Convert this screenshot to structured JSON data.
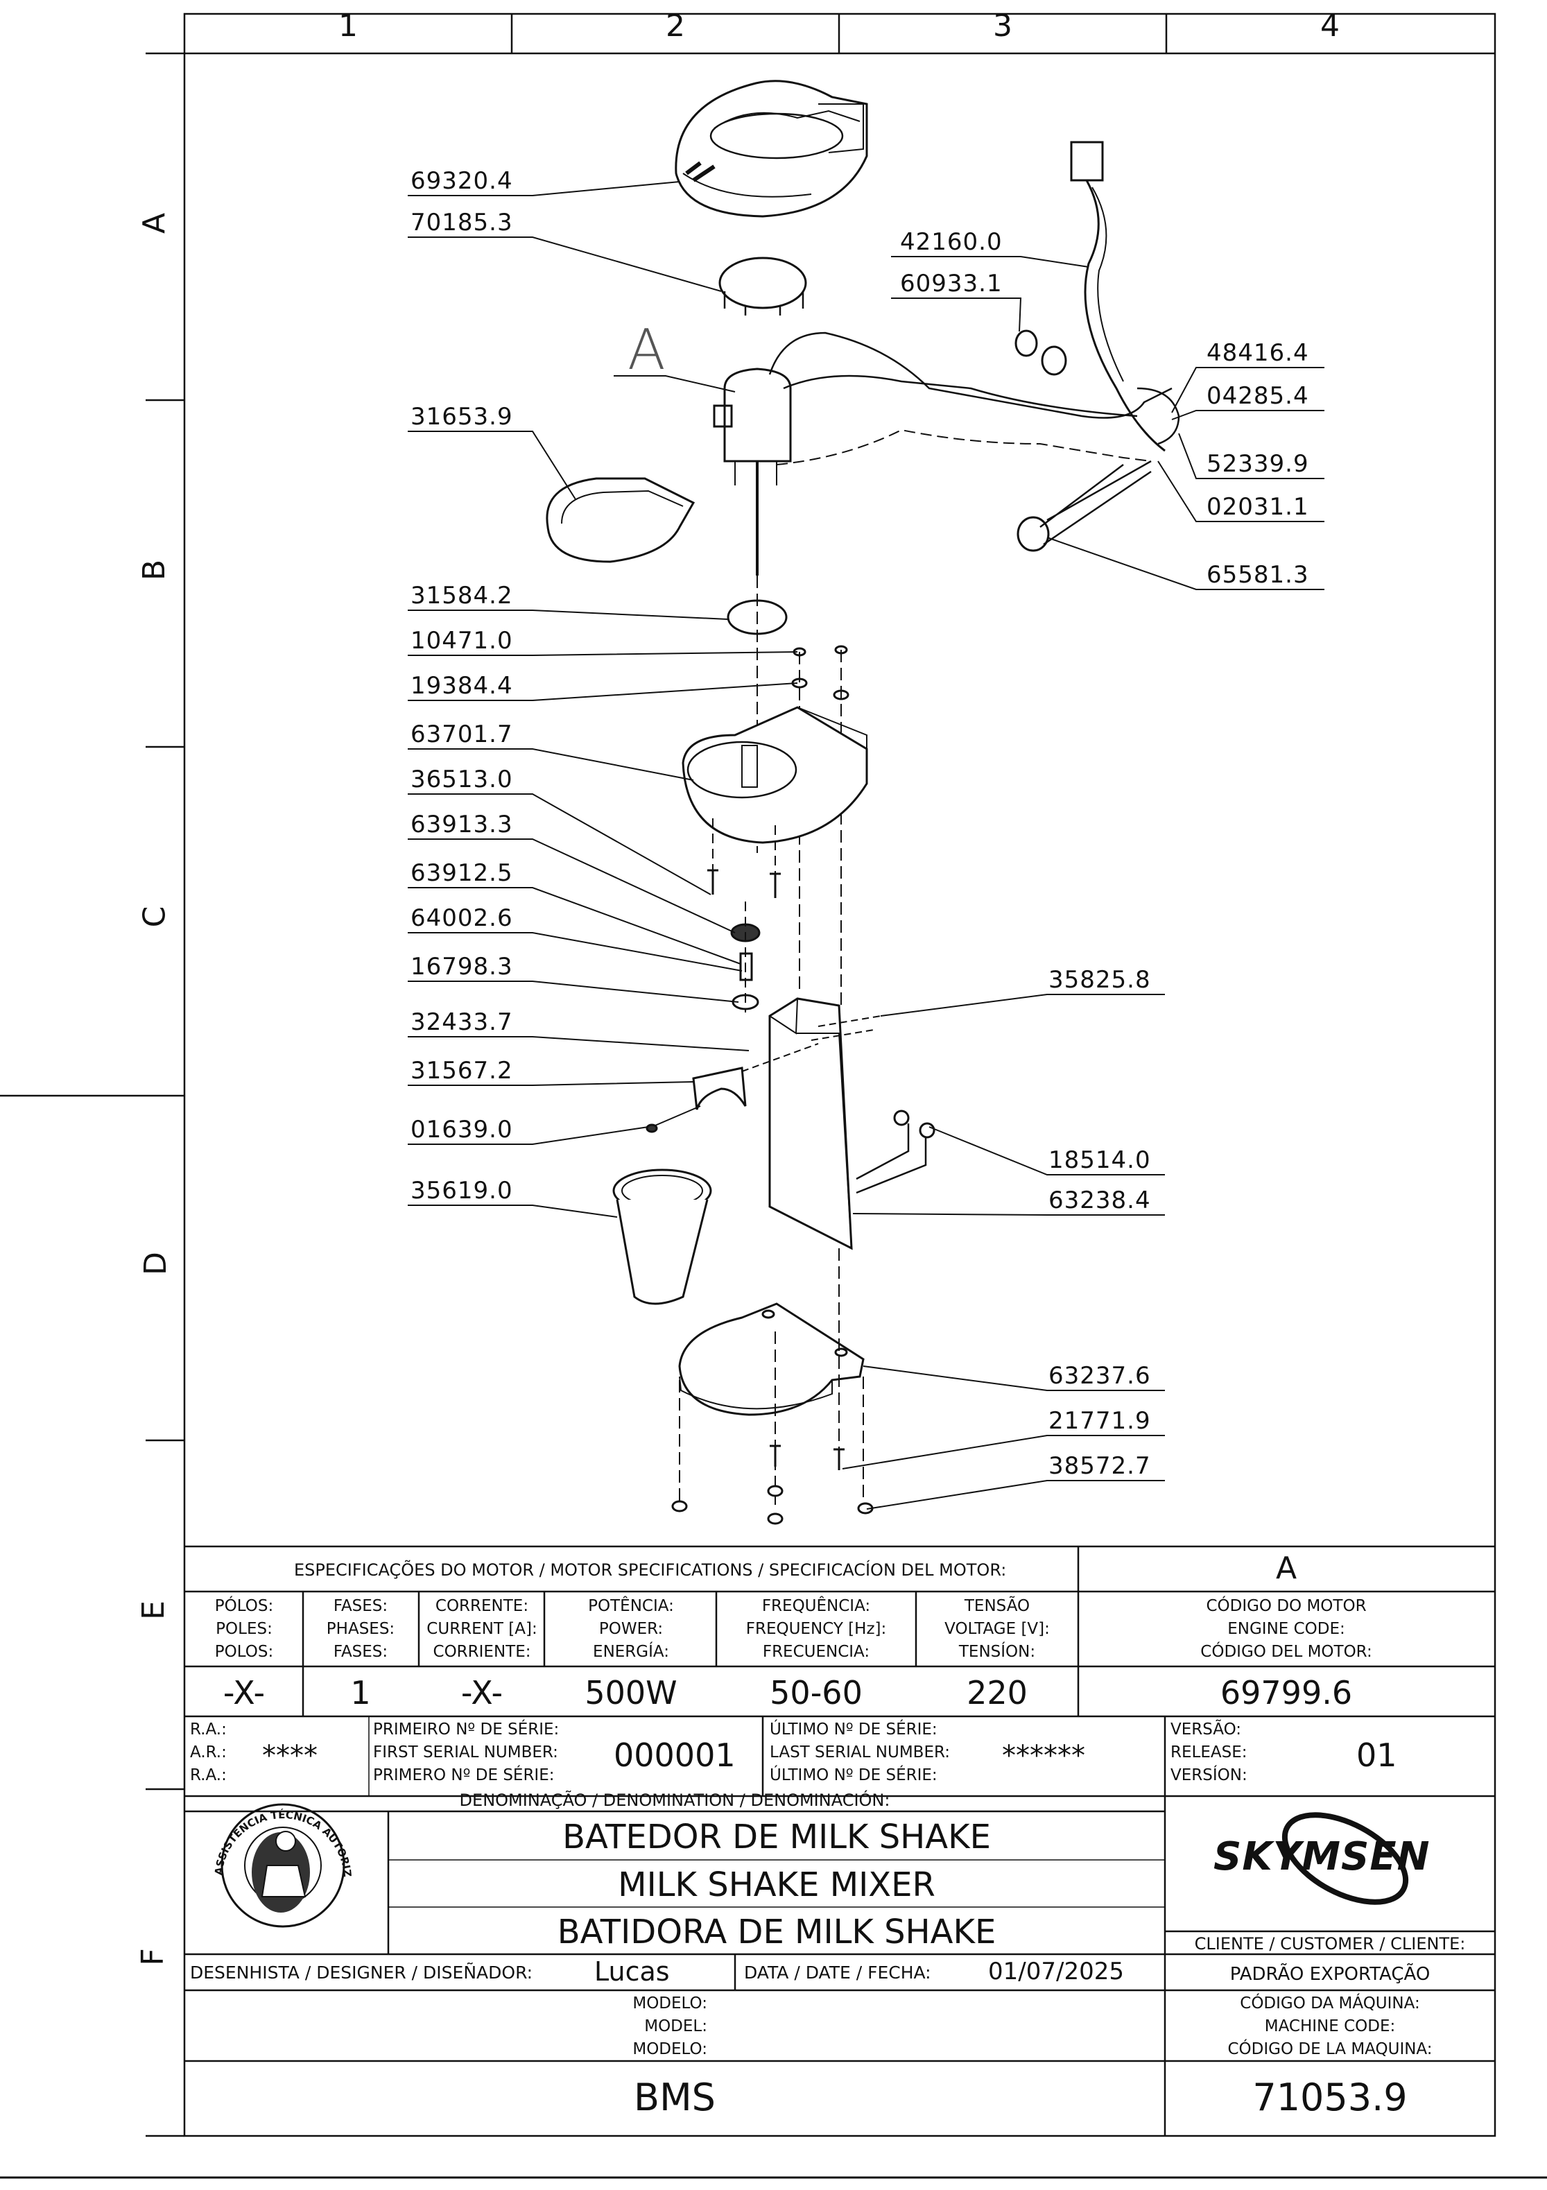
{
  "zones": {
    "columns": [
      "1",
      "2",
      "3",
      "4"
    ],
    "rows": [
      "A",
      "B",
      "C",
      "D",
      "E",
      "F"
    ]
  },
  "callouts": {
    "view_letter": "A",
    "parts_left": [
      "69320.4",
      "70185.3",
      "31653.9",
      "31584.2",
      "10471.0",
      "19384.4",
      "63701.7",
      "36513.0",
      "63913.3",
      "63912.5",
      "64002.6",
      "16798.3",
      "32433.7",
      "31567.2",
      "01639.0",
      "35619.0"
    ],
    "parts_right": [
      "42160.0",
      "60933.1",
      "48416.4",
      "04285.4",
      "52339.9",
      "02031.1",
      "65581.3",
      "35825.8",
      "18514.0",
      "63238.4",
      "63237.6",
      "21771.9",
      "38572.7"
    ]
  },
  "motor": {
    "spec_title": "ESPECIFICAÇÕES DO MOTOR / MOTOR SPECIFICATIONS / SPECIFICACÍON DEL MOTOR:",
    "view": "A",
    "headers": [
      [
        "PÓLOS:",
        "POLES:",
        "POLOS:"
      ],
      [
        "FASES:",
        "PHASES:",
        "FASES:"
      ],
      [
        "CORRENTE:",
        "CURRENT [A]:",
        "CORRIENTE:"
      ],
      [
        "POTÊNCIA:",
        "POWER:",
        "ENERGÍA:"
      ],
      [
        "FREQUÊNCIA:",
        "FREQUENCY [Hz]:",
        "FRECUENCIA:"
      ],
      [
        "TENSÃO",
        "VOLTAGE [V]:",
        "TENSÍON:"
      ],
      [
        "CÓDIGO DO MOTOR",
        "ENGINE CODE:",
        "CÓDIGO DEL MOTOR:"
      ]
    ],
    "values": [
      "-X-",
      "1",
      "-X-",
      "500W",
      "50-60",
      "220",
      "69799.6"
    ]
  },
  "serial": {
    "ra_labels": [
      "R.A.:",
      "A.R.:",
      "R.A.:"
    ],
    "ra_value": "****",
    "first_labels": [
      "PRIMEIRO Nº DE SÉRIE:",
      "FIRST SERIAL NUMBER:",
      "PRIMERO Nº DE SÉRIE:"
    ],
    "first_value": "000001",
    "last_labels": [
      "ÚLTIMO Nº DE SÉRIE:",
      "LAST SERIAL NUMBER:",
      "ÚLTIMO Nº DE SÉRIE:"
    ],
    "last_value": "******",
    "version_labels": [
      "VERSÃO:",
      "RELEASE:",
      "VERSÍON:"
    ],
    "version_value": "01"
  },
  "title_block": {
    "denomination_label": "DENOMINAÇÃO / DENOMINATION / DENOMINACIÓN:",
    "names": [
      "BATEDOR DE MILK SHAKE",
      "MILK SHAKE MIXER",
      "BATIDORA DE MILK SHAKE"
    ],
    "seal_text": "ASSISTÊNCIA TÉCNICA AUTORIZADA",
    "brand": "SKYMSEN",
    "client_label": "CLIENTE / CUSTOMER / CLIENTE:",
    "client_value": "PADRÃO EXPORTAÇÃO",
    "designer_label": "DESENHISTA / DESIGNER / DISEÑADOR:",
    "designer_value": "Lucas",
    "date_label": "DATA / DATE / FECHA:",
    "date_value": "01/07/2025",
    "model_labels": [
      "MODELO:",
      "MODEL:",
      "MODELO:"
    ],
    "model_value": "BMS",
    "machine_code_labels": [
      "CÓDIGO DA MÁQUINA:",
      "MACHINE CODE:",
      "CÓDIGO DE LA MAQUINA:"
    ],
    "machine_code_value": "71053.9"
  }
}
